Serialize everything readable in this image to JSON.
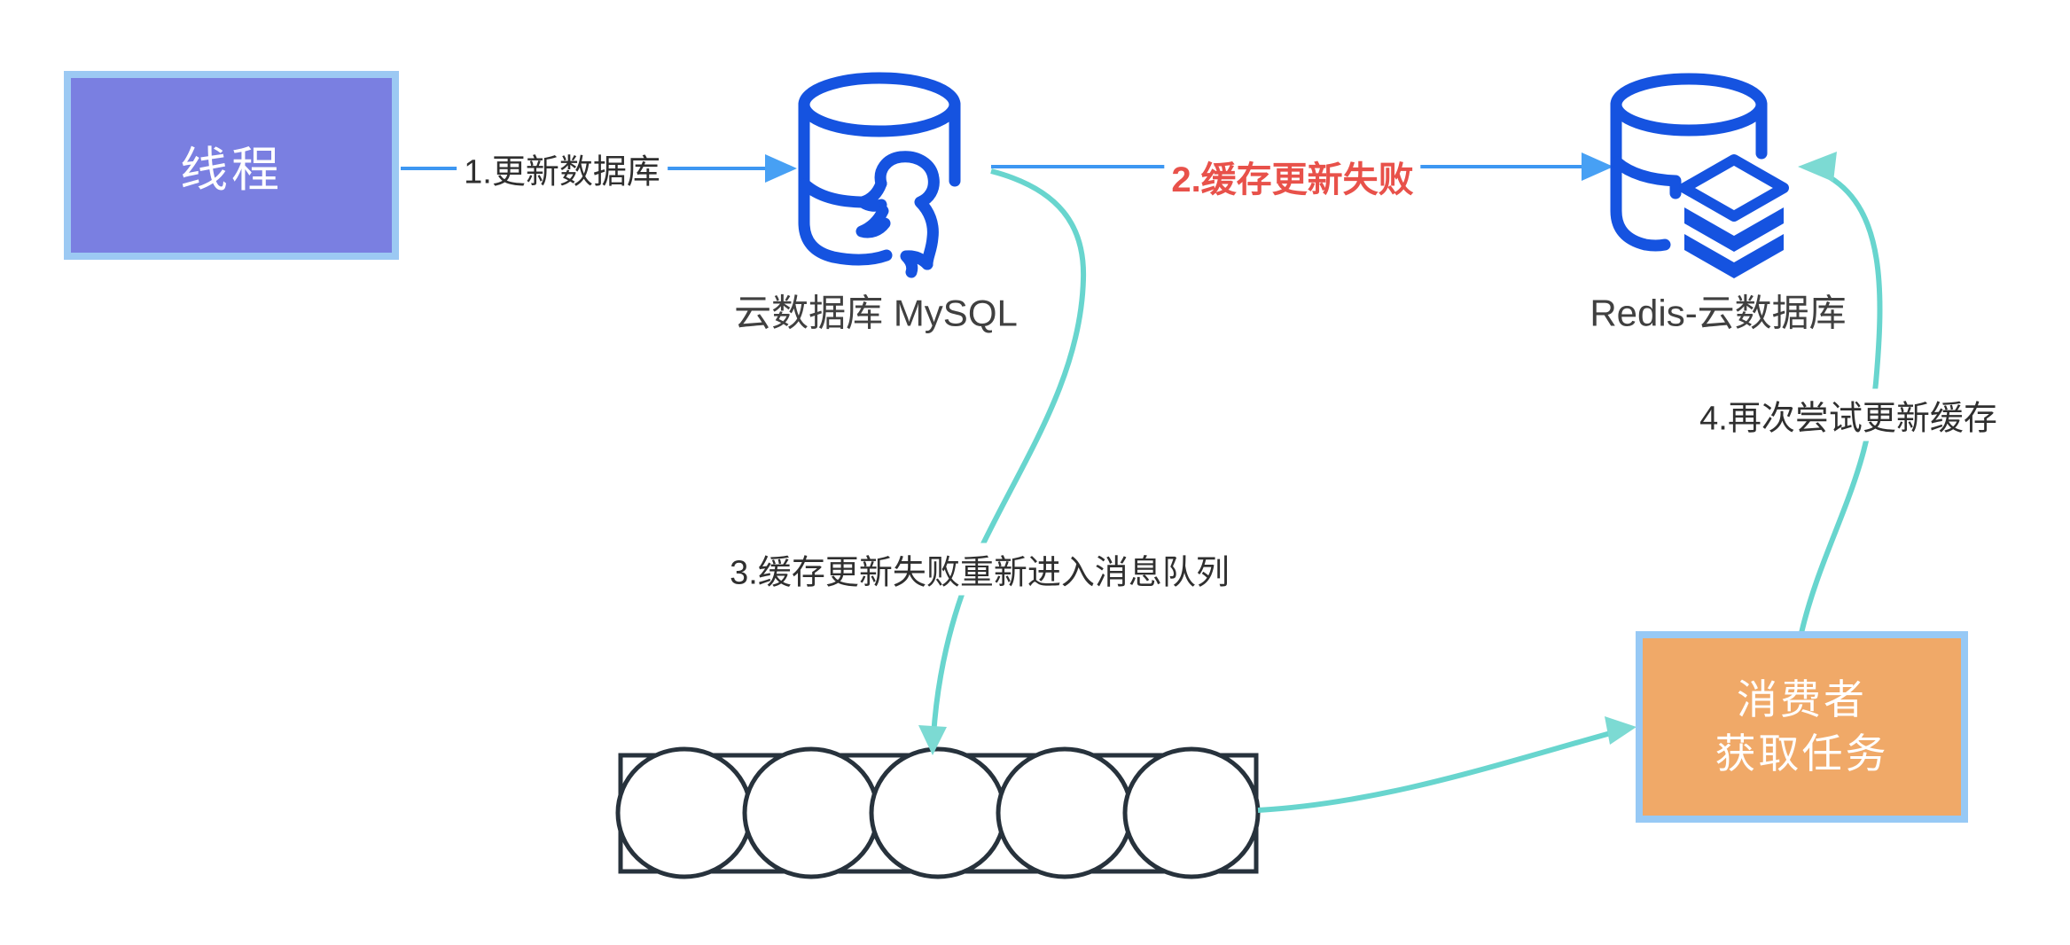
{
  "nodes": {
    "thread": {
      "label": "线程"
    },
    "mysql": {
      "label": "云数据库 MySQL",
      "icon": "mysql-database-icon"
    },
    "redis": {
      "label": "Redis-云数据库",
      "icon": "redis-database-icon"
    },
    "consumer": {
      "lines": [
        "消费者",
        "获取任务"
      ]
    },
    "queue": {
      "name": "message-queue",
      "circles": 5
    }
  },
  "steps": {
    "step1": {
      "label": "1.更新数据库"
    },
    "step2": {
      "label": "2.缓存更新失败"
    },
    "step3": {
      "label": "3.缓存更新失败重新进入消息队列"
    },
    "step4": {
      "label": "4.再次尝试更新缓存"
    }
  },
  "colors": {
    "icon_blue": "#1553e0",
    "line_blue": "#3d97f2",
    "arrow_blue": "#47a0f4",
    "teal": "#68d5ce",
    "teal_arrow": "#7cdad3",
    "queue_stroke": "#27323c",
    "step2_red": "#e8514a",
    "thread_fill": "#7a7fe1",
    "thread_border": "#9cc9f3",
    "consumer_fill": "#f0a968",
    "consumer_border": "#97c9f5",
    "text_dark": "#2f2f2f"
  }
}
